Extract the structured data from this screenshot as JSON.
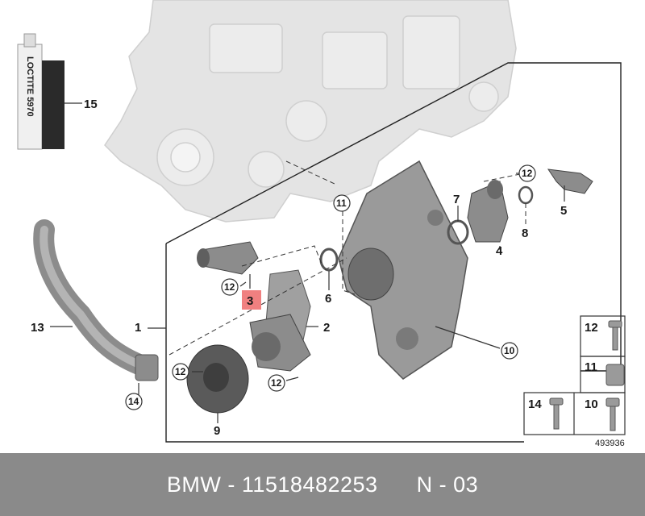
{
  "diagram": {
    "image_number": "493936",
    "callouts": {
      "c1": "1",
      "c2": "2",
      "c3": "3",
      "c4": "4",
      "c5": "5",
      "c6": "6",
      "c7": "7",
      "c8": "8",
      "c9": "9",
      "c10": "10",
      "c11": "11",
      "c12": "12",
      "c13": "13",
      "c14": "14",
      "c15": "15"
    },
    "sealant_label": "LOCTITE 5970",
    "legend": {
      "item12": "12",
      "item11": "11",
      "item14": "14",
      "item10": "10"
    },
    "highlight_color": "#f08080",
    "frame_color": "#222222",
    "part_color": "#8c8c8c",
    "ghost_color": "#e2e2e2"
  },
  "footer": {
    "brand": "BMW",
    "separator": " - ",
    "part_number": "11518482253",
    "position": "N - 03"
  }
}
